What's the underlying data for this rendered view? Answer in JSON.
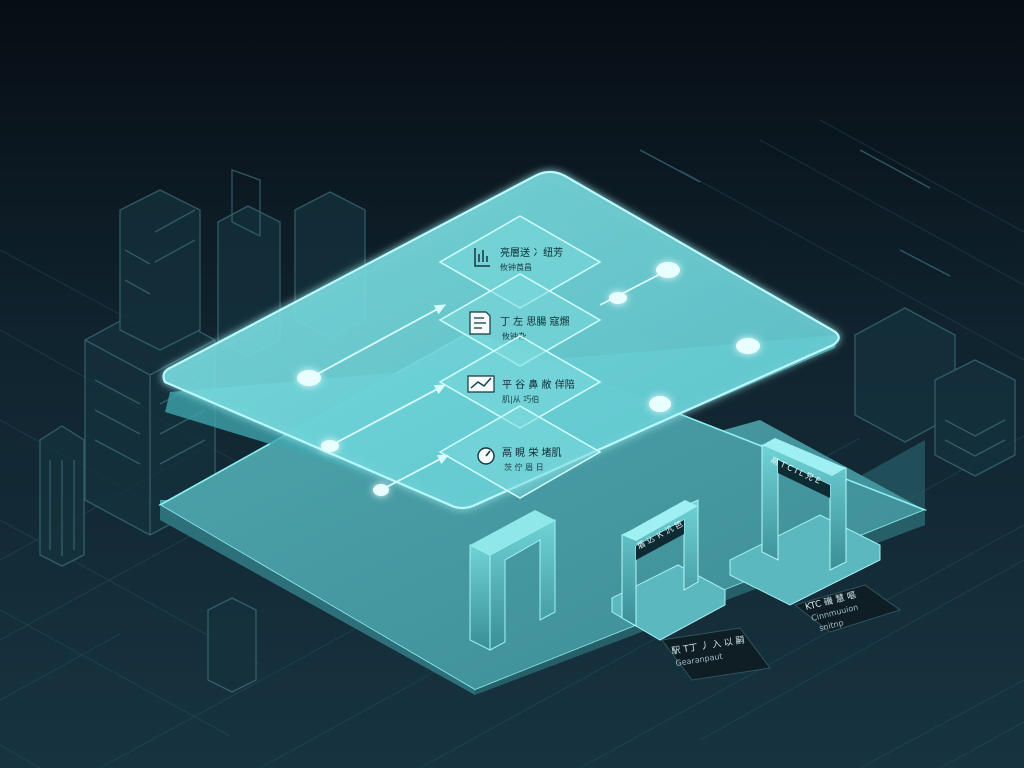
{
  "colors": {
    "background_top": "#070d14",
    "background_bottom": "#15303d",
    "glow": "#5fe3e8",
    "platform": "#6cc6cc",
    "label_bg": "#0e1a22",
    "label_text": "#cfe6ea"
  },
  "cards": [
    {
      "icon": "bar-chart-icon",
      "title": "亮層送 冫纽芳",
      "subtitle": "攸钟莨昌"
    },
    {
      "icon": "document-icon",
      "title": "丁 左 思腸 寇燳",
      "subtitle": "攸钟旮"
    },
    {
      "icon": "trend-chart-icon",
      "title": "平 谷 鼻 敝 佯陪",
      "subtitle": "肌|从 巧伯"
    },
    {
      "icon": "gauge-icon",
      "title": "鬲 睍 栄 堵肌",
      "subtitle": "茨 佇 眉 日"
    }
  ],
  "gates": [
    {
      "sign": "盾 込 Ｋ 汎 笆",
      "plate_line1": "駅 T丁 丿 入 以 嗣",
      "plate_line2": "Gearanpaut"
    },
    {
      "sign": "鬲 T C I L 兄 E",
      "plate_line1": "KTC 磯 慧 嘔",
      "plate_line2": "Cinnmuuion",
      "plate_line3": "snitnp"
    }
  ]
}
